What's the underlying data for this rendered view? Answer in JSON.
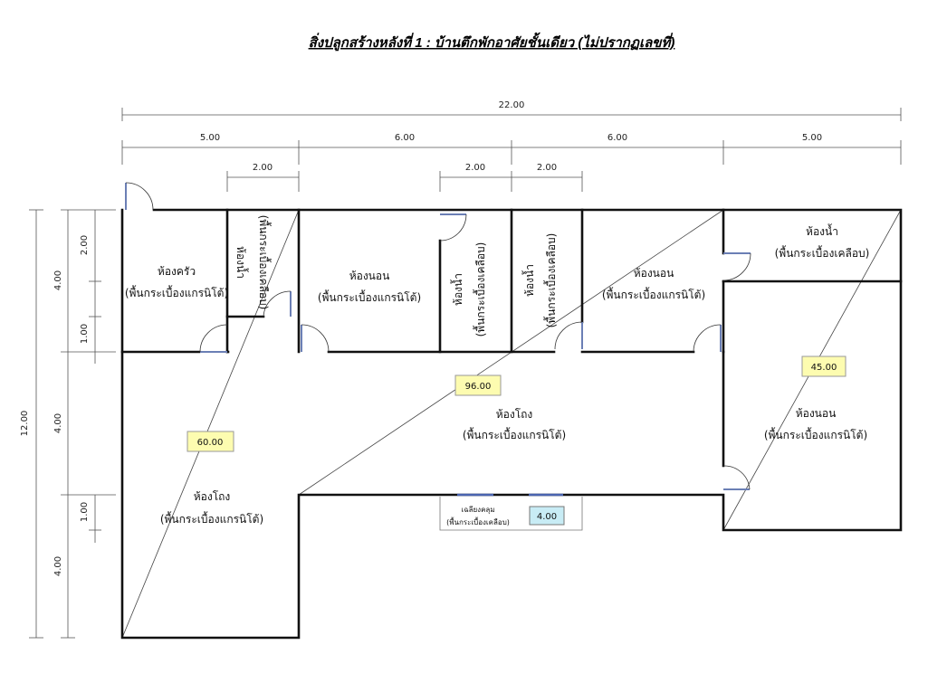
{
  "title": "สิ่งปลูกสร้างหลังที่ 1 : บ้านตึกพักอาศัยชั้นเดียว (ไม่ปรากฏเลขที่)",
  "dimensions": {
    "total_width": "22.00",
    "widths": [
      "5.00",
      "6.00",
      "6.00",
      "5.00"
    ],
    "sub_widths": [
      "2.00",
      "2.00",
      "2.00"
    ],
    "total_height": "12.00",
    "heights_outer": [
      "4.00",
      "4.00",
      "4.00"
    ],
    "heights_inner": [
      "2.00",
      "1.00",
      "1.00"
    ]
  },
  "rooms": {
    "kitchen": {
      "name": "ห้องครัว",
      "floor": "(พื้นกระเบื้องแกรนิโต้)"
    },
    "bath1": {
      "name": "ห้องน้ำ",
      "floor": "(พื้นกระเบื้องเคลือบ)"
    },
    "bedroom1": {
      "name": "ห้องนอน",
      "floor": "(พื้นกระเบื้องแกรนิโต้)"
    },
    "bath2": {
      "name": "ห้องน้ำ",
      "floor": "(พื้นกระเบื้องเคลือบ)"
    },
    "bath3": {
      "name": "ห้องน้ำ",
      "floor": "(พื้นกระเบื้องเคลือบ)"
    },
    "bedroom2": {
      "name": "ห้องนอน",
      "floor": "(พื้นกระเบื้องแกรนิโต้)"
    },
    "bath4": {
      "name": "ห้องน้ำ",
      "floor": "(พื้นกระเบื้องเคลือบ)"
    },
    "bedroom3": {
      "name": "ห้องนอน",
      "floor": "(พื้นกระเบื้องแกรนิโต้)"
    },
    "hall_center": {
      "name": "ห้องโถง",
      "floor": "(พื้นกระเบื้องแกรนิโต้)"
    },
    "hall_left": {
      "name": "ห้องโถง",
      "floor": "(พื้นกระเบื้องแกรนิโต้)"
    },
    "porch": {
      "name": "เฉลียงคลุม",
      "floor": "(พื้นกระเบื้องเคลือบ)"
    }
  },
  "areas": {
    "left": "60.00",
    "center": "96.00",
    "right": "45.00",
    "porch": "4.00"
  },
  "colors": {
    "area_box": "#fdfcb0",
    "porch_box": "#c8ecf5",
    "door_leaf": "#6b7fb5",
    "window": "#4a64b0"
  }
}
